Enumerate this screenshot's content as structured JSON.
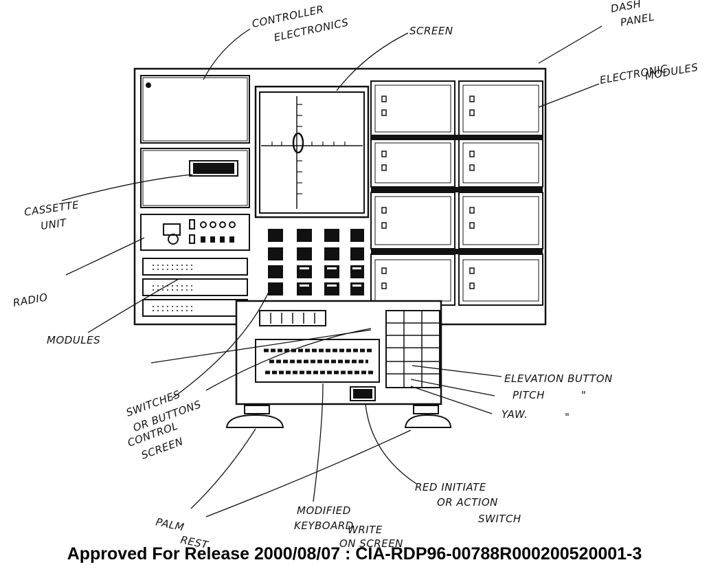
{
  "labels": {
    "controller_electronics": [
      "CONTROLLER",
      "ELECTRONICS"
    ],
    "screen": "SCREEN",
    "dash_panel": [
      "DASH",
      "PANEL"
    ],
    "electronic_modules": [
      "ELECTRONIC",
      "MODULES"
    ],
    "cassette_unit": [
      "CASSETTE",
      "UNIT"
    ],
    "radio": "RADIO",
    "modules": "MODULES",
    "switches": [
      "SWITCHES",
      "OR BUTTONS",
      "CONTROL",
      "SCREEN"
    ],
    "elevation": "ELEVATION  BUTTON",
    "pitch": "PITCH",
    "pitch_ditto": "\"",
    "yaw": "YAW.",
    "yaw_ditto": "\"",
    "red_initiate": [
      "RED INITIATE",
      "OR ACTION",
      "SWITCH"
    ],
    "modified_keyboard": [
      "MODIFIED",
      "KEYBOARD"
    ],
    "write_on_screen": [
      "WRITE",
      "ON SCREEN"
    ],
    "palm_rest": [
      "PALM",
      "REST"
    ]
  },
  "footer": "Approved For Release 2000/08/07 : CIA-RDP96-00788R000200520001-3"
}
